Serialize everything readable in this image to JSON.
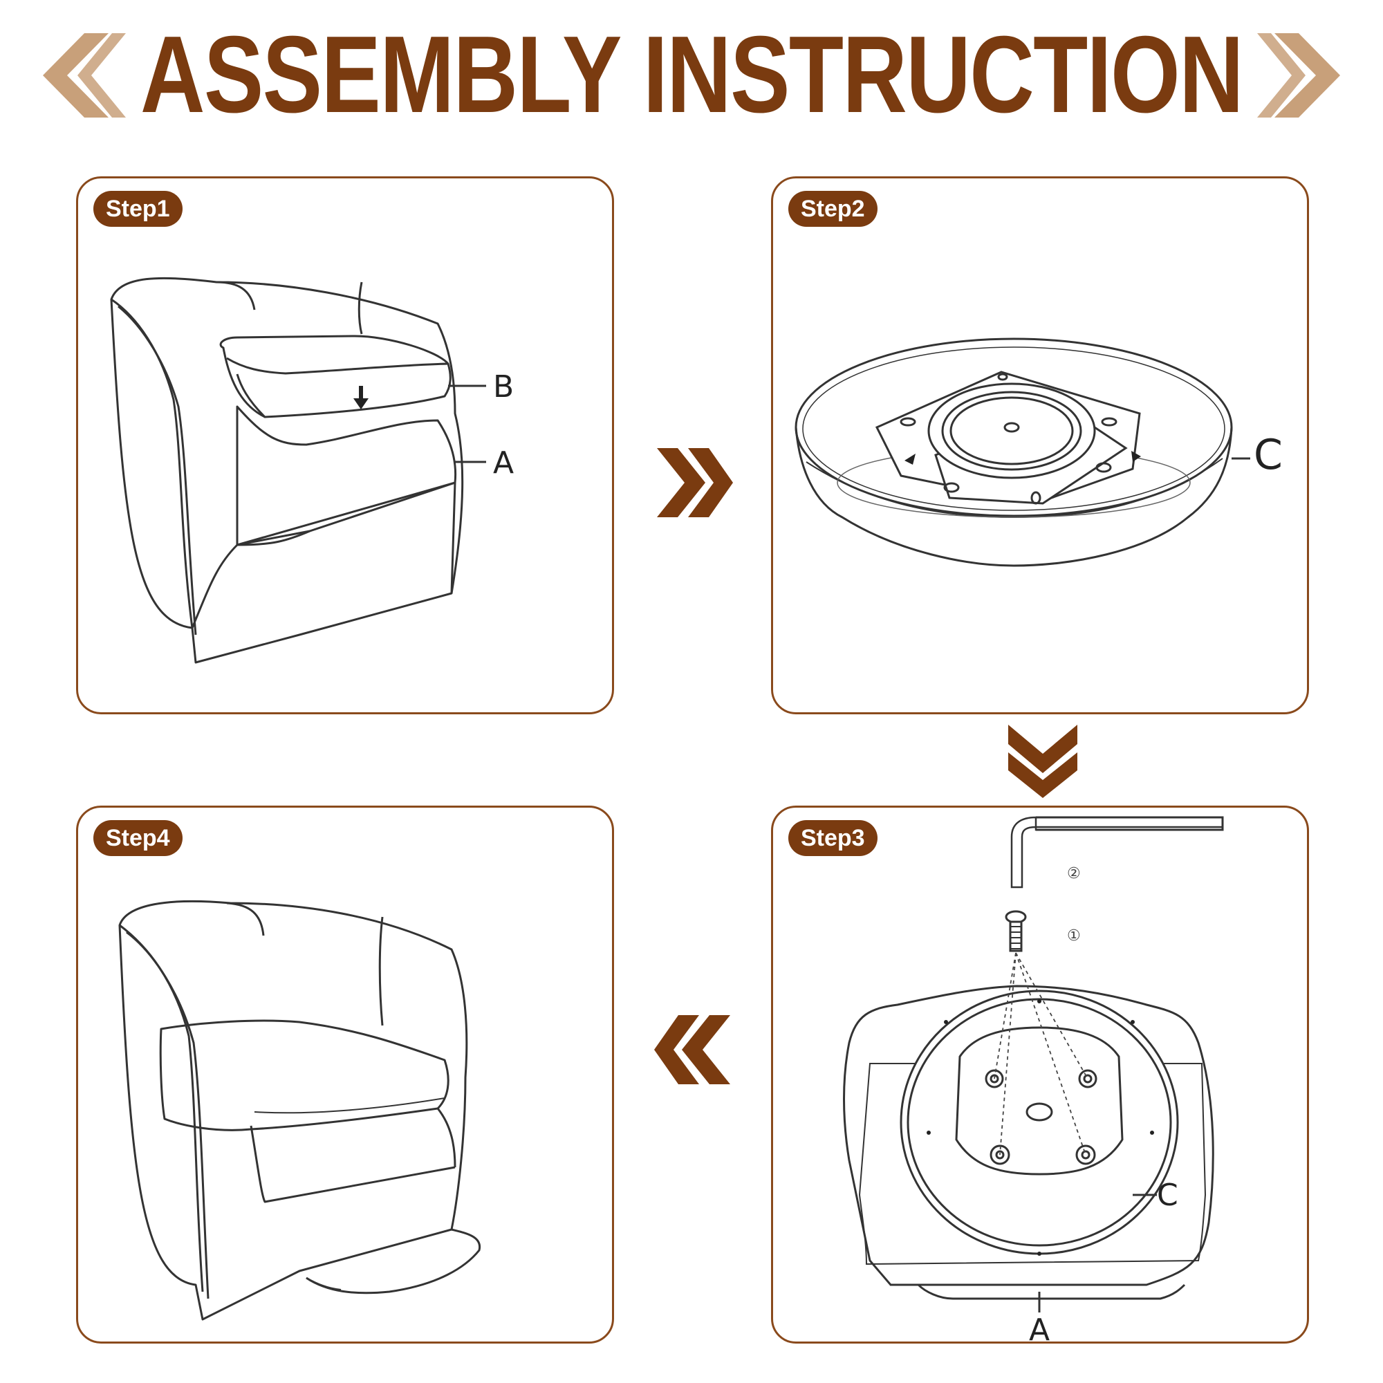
{
  "title": "ASSEMBLY INSTRUCTION",
  "colors": {
    "brand": "#7a3b10",
    "accent": "#c8a07a",
    "line": "#333333"
  },
  "steps": [
    {
      "badge": "Step1",
      "labels": {
        "a": "A",
        "b": "B"
      }
    },
    {
      "badge": "Step2",
      "labels": {
        "c": "C"
      }
    },
    {
      "badge": "Step3",
      "labels": {
        "a": "A",
        "c": "C",
        "one": "①",
        "two": "②"
      }
    },
    {
      "badge": "Step4"
    }
  ]
}
